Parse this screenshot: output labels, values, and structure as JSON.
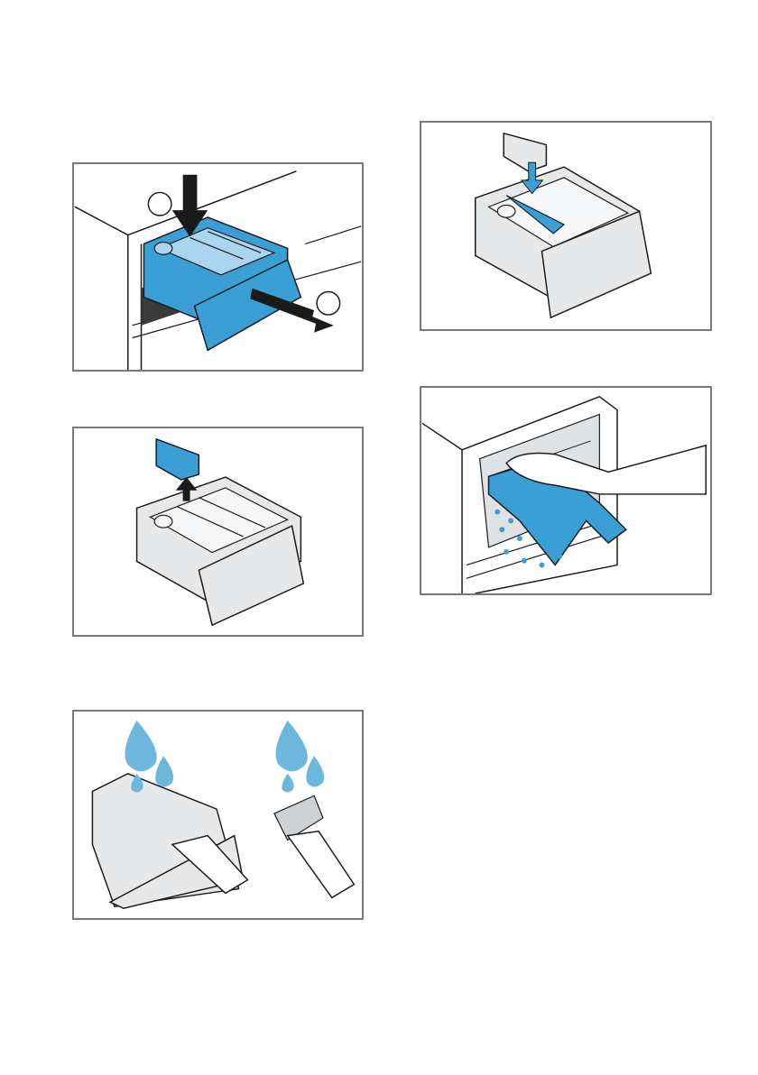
{
  "illustrations": [
    {
      "id": "remove-dispenser",
      "description_icon": "push-release-and-pull-drawer",
      "step_markers": [
        "",
        ""
      ]
    },
    {
      "id": "lift-insert",
      "description_icon": "lift-siphon-insert"
    },
    {
      "id": "rinse-brush",
      "description_icon": "rinse-and-brush-parts"
    },
    {
      "id": "refit-insert",
      "description_icon": "press-insert-back"
    },
    {
      "id": "wipe-housing",
      "description_icon": "wipe-dispenser-housing"
    }
  ],
  "colors": {
    "accent_blue": "#3a9fd4",
    "light_blue": "#a9d5ee",
    "water_blue": "#6db7dc",
    "line": "#1a1a1a",
    "panel_border": "#7a7a7a",
    "drawer_gray": "#e6e8ea"
  }
}
